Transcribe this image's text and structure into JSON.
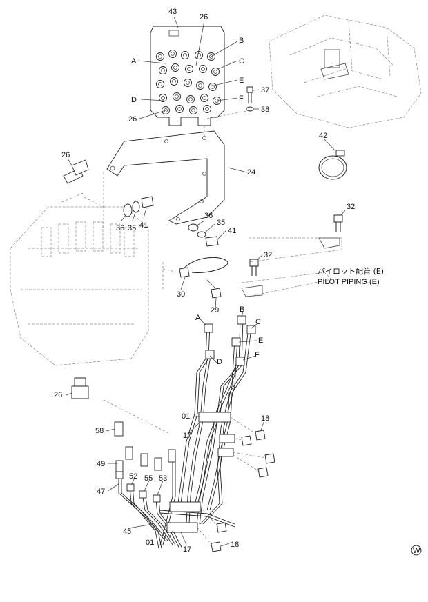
{
  "labels": {
    "p43": "43",
    "p26_top": "26",
    "pB_top": "B",
    "pA_top": "A",
    "pC_top": "C",
    "pE_top": "E",
    "pD_top": "D",
    "pF_top": "F",
    "p37": "37",
    "p38": "38",
    "p26_left": "26",
    "p42": "42",
    "p24": "24",
    "p26_upper": "26",
    "p36_a": "36",
    "p35_a": "35",
    "p41_a": "41",
    "p36_b": "36",
    "p35_b": "35",
    "p41_b": "41",
    "p32_a": "32",
    "p32_b": "32",
    "p30": "30",
    "p29": "29",
    "pA_pipe": "A",
    "pB_pipe": "B",
    "pC_pipe": "C",
    "pE_pipe": "E",
    "pD_pipe": "D",
    "pF_pipe": "F",
    "p26_lower": "26",
    "p01_a": "01",
    "p17_a": "17",
    "p18_a": "18",
    "p58": "58",
    "p49": "49",
    "p52": "52",
    "p55": "55",
    "p53": "53",
    "p47": "47",
    "p45": "45",
    "p01_b": "01",
    "p17_b": "17",
    "p18_b": "18",
    "pW": "W"
  },
  "caption": {
    "jp": "パイロット配管 (E)",
    "en": "PILOT PIPING (E)"
  }
}
